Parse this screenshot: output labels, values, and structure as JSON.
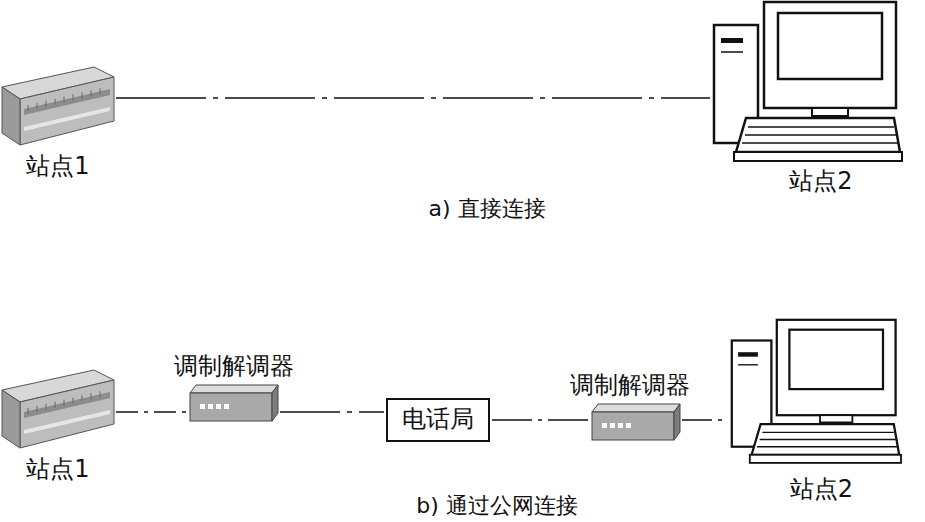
{
  "diagram": {
    "nodes": [
      {
        "text": [
          "站点1"
        ]
      },
      {
        "text": [
          "站点2"
        ]
      },
      {
        "text": [
          "站点1"
        ]
      },
      {
        "text": [
          "调制解调器"
        ]
      },
      {
        "text": [
          "电话局"
        ]
      },
      {
        "text": [
          "调制解调器"
        ]
      },
      {
        "text": [
          "站点2"
        ]
      }
    ],
    "edges": [
      {
        "from": 0,
        "to": 1,
        "arrow": "none"
      },
      {
        "from": 2,
        "to": 3,
        "arrow": "none"
      },
      {
        "from": 3,
        "to": 4,
        "arrow": "none"
      },
      {
        "from": 4,
        "to": 5,
        "arrow": "none"
      },
      {
        "from": 5,
        "to": 6,
        "arrow": "none"
      }
    ],
    "labels": [
      "a) 直接连接",
      "b) 通过公网连接"
    ]
  }
}
